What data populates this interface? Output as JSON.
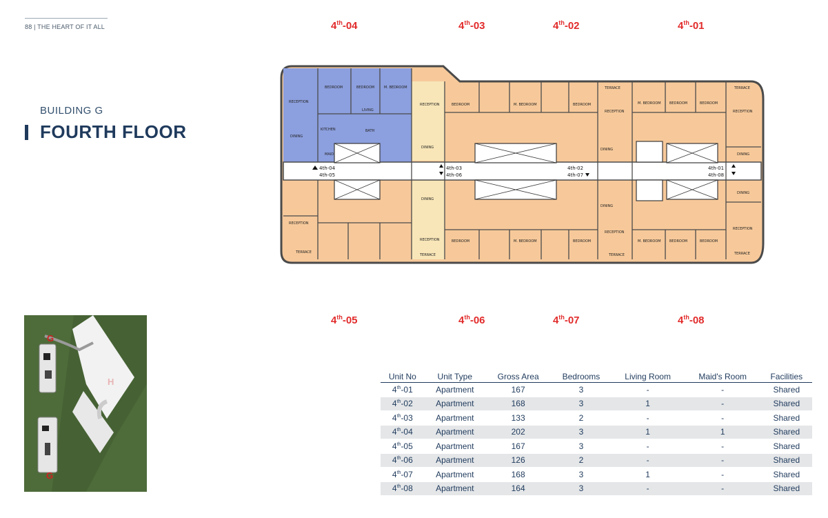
{
  "header": {
    "page_label": "88 | THE HEART OF IT ALL"
  },
  "title": {
    "building": "BUILDING G",
    "floor": "FOURTH FLOOR"
  },
  "unit_labels": {
    "top": [
      {
        "num": "4",
        "sup": "th",
        "suffix": "-04"
      },
      {
        "num": "4",
        "sup": "th",
        "suffix": "-03"
      },
      {
        "num": "4",
        "sup": "th",
        "suffix": "-02"
      },
      {
        "num": "4",
        "sup": "th",
        "suffix": "-01"
      }
    ],
    "bottom": [
      {
        "num": "4",
        "sup": "th",
        "suffix": "-05"
      },
      {
        "num": "4",
        "sup": "th",
        "suffix": "-06"
      },
      {
        "num": "4",
        "sup": "th",
        "suffix": "-07"
      },
      {
        "num": "4",
        "sup": "th",
        "suffix": "-08"
      }
    ]
  },
  "plan": {
    "labels": {
      "reception": "RECEPTION",
      "dining": "DINING",
      "bedroom": "BEDROOM",
      "m_bedroom": "M. BEDROOM",
      "living": "LIVING",
      "kitchen": "KITCHEN",
      "bath": "BATH",
      "maid": "MAID",
      "terrace": "TERRACE",
      "corridor_a1": "4th-04",
      "corridor_a2": "4th-05",
      "corridor_b1": "4th-03",
      "corridor_b2": "4th-06",
      "corridor_c1": "4th-02",
      "corridor_c2": "4th-07",
      "corridor_d1": "4th-01",
      "corridor_d2": "4th-08"
    },
    "colors": {
      "apartment": "#f7c99a",
      "unit_04": "#8c9fde",
      "unit_03": "#f8e6b8",
      "walls": "#4a4a4a"
    }
  },
  "siteplan": {
    "marker_g": "G",
    "marker_h": "H",
    "colors": {
      "grass": "#4e6b3a",
      "marker": "#d02020"
    }
  },
  "table": {
    "headers": [
      "Unit No",
      "Unit Type",
      "Gross Area",
      "Bedrooms",
      "Living Room",
      "Maid's Room",
      "Facilities"
    ],
    "rows": [
      {
        "unit": {
          "num": "4",
          "sup": "th",
          "suffix": "-01"
        },
        "type": "Apartment",
        "area": "167",
        "bedrooms": "3",
        "living": "-",
        "maid": "-",
        "facilities": "Shared"
      },
      {
        "unit": {
          "num": "4",
          "sup": "th",
          "suffix": "-02"
        },
        "type": "Apartment",
        "area": "168",
        "bedrooms": "3",
        "living": "1",
        "maid": "-",
        "facilities": "Shared"
      },
      {
        "unit": {
          "num": "4",
          "sup": "th",
          "suffix": "-03"
        },
        "type": "Apartment",
        "area": "133",
        "bedrooms": "2",
        "living": "-",
        "maid": "-",
        "facilities": "Shared"
      },
      {
        "unit": {
          "num": "4",
          "sup": "th",
          "suffix": "-04"
        },
        "type": "Apartment",
        "area": "202",
        "bedrooms": "3",
        "living": "1",
        "maid": "1",
        "facilities": "Shared"
      },
      {
        "unit": {
          "num": "4",
          "sup": "th",
          "suffix": "-05"
        },
        "type": "Apartment",
        "area": "167",
        "bedrooms": "3",
        "living": "-",
        "maid": "-",
        "facilities": "Shared"
      },
      {
        "unit": {
          "num": "4",
          "sup": "th",
          "suffix": "-06"
        },
        "type": "Apartment",
        "area": "126",
        "bedrooms": "2",
        "living": "-",
        "maid": "-",
        "facilities": "Shared"
      },
      {
        "unit": {
          "num": "4",
          "sup": "th",
          "suffix": "-07"
        },
        "type": "Apartment",
        "area": "168",
        "bedrooms": "3",
        "living": "1",
        "maid": "-",
        "facilities": "Shared"
      },
      {
        "unit": {
          "num": "4",
          "sup": "th",
          "suffix": "-08"
        },
        "type": "Apartment",
        "area": "164",
        "bedrooms": "3",
        "living": "-",
        "maid": "-",
        "facilities": "Shared"
      }
    ]
  }
}
